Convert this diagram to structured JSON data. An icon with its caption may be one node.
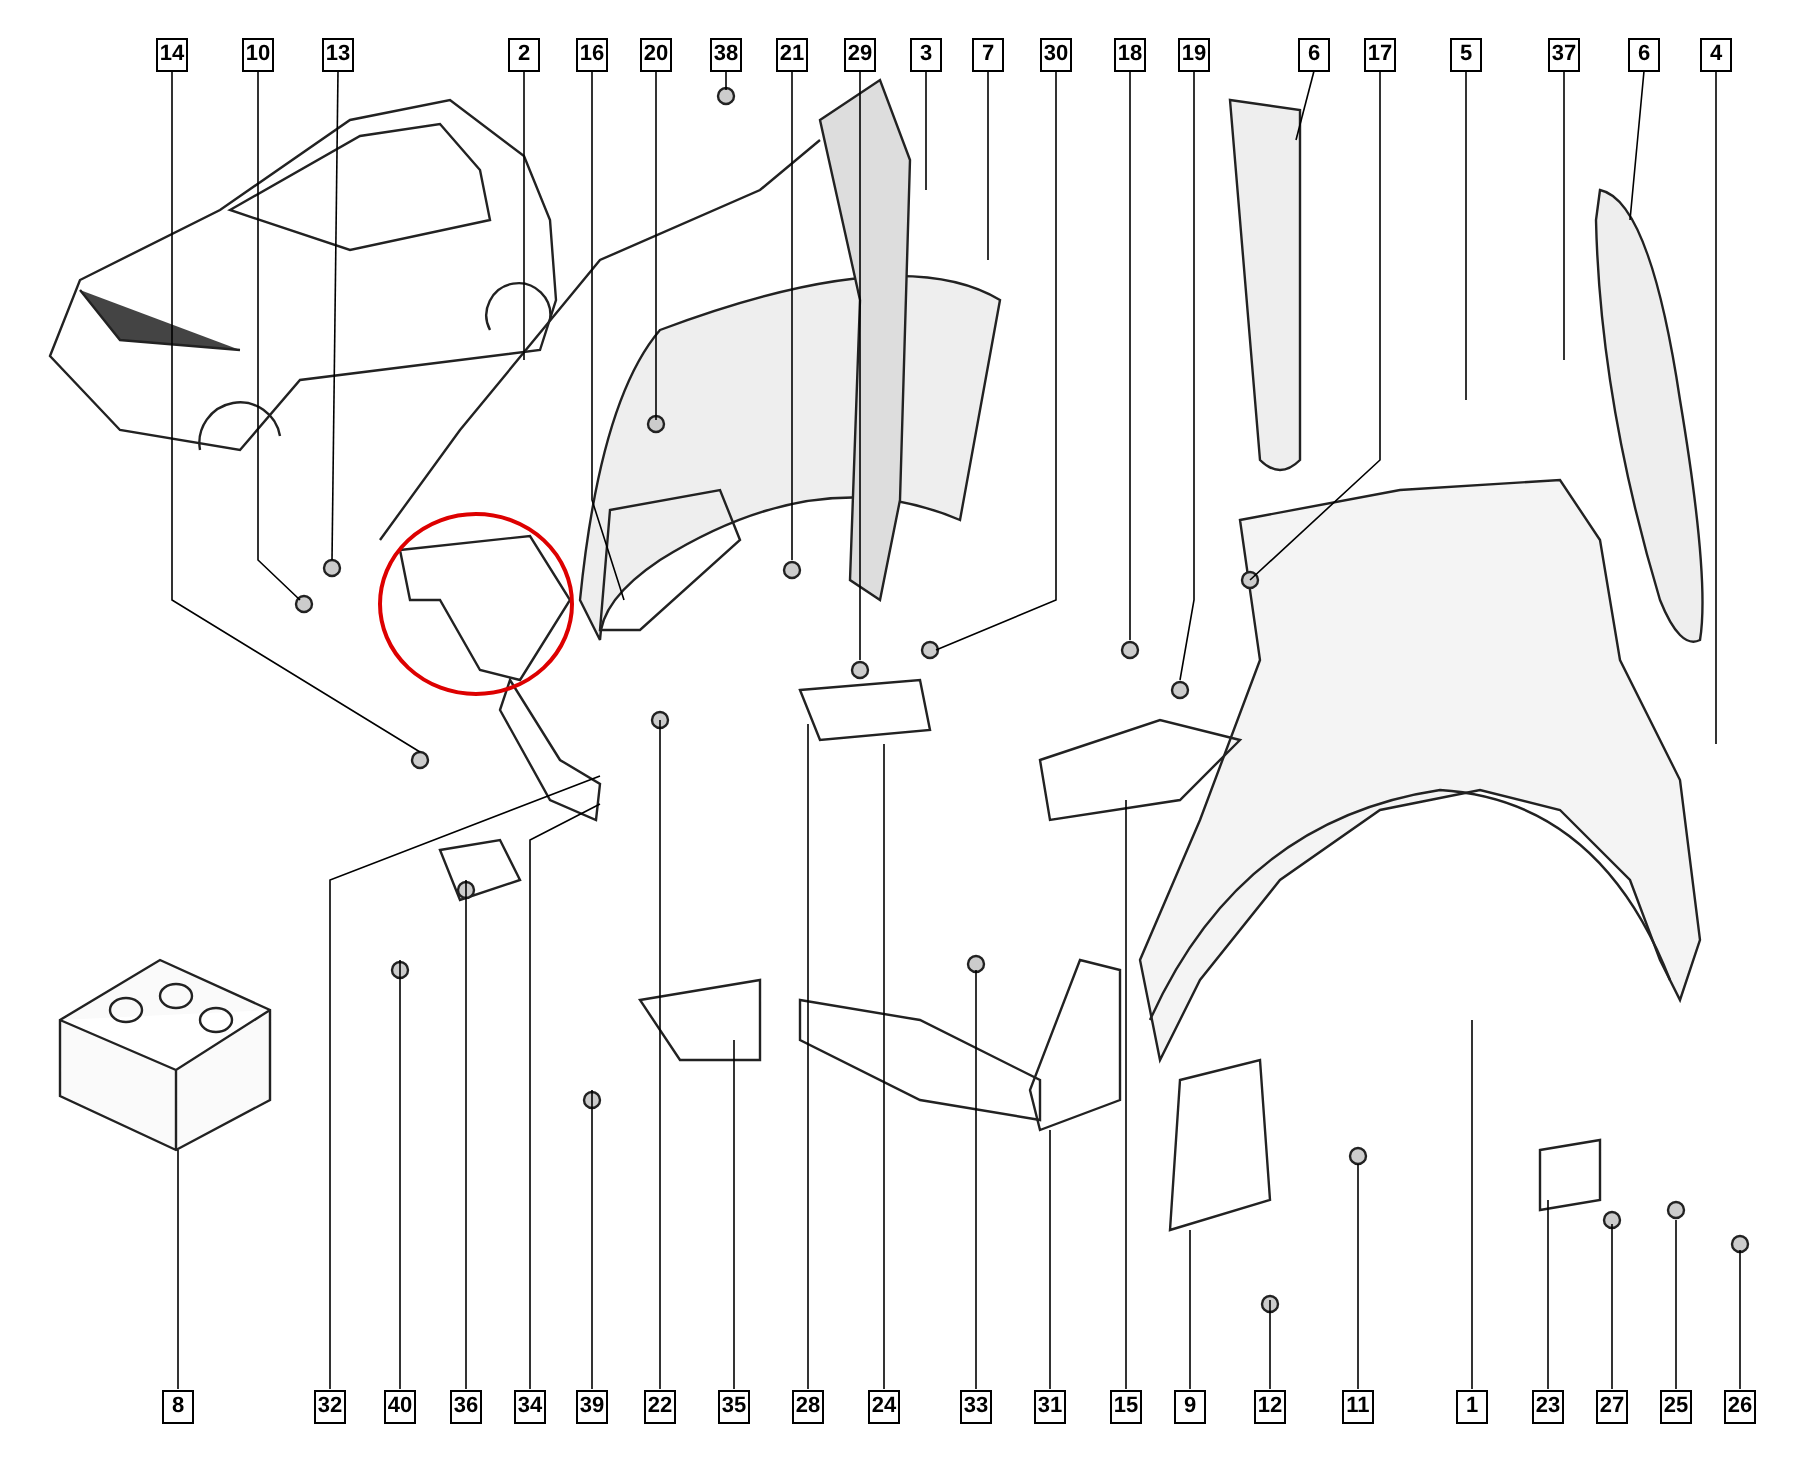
{
  "diagram": {
    "nodes": [
      {
        "text": [
          "14"
        ]
      },
      {
        "text": [
          "10"
        ]
      },
      {
        "text": [
          "13"
        ]
      },
      {
        "text": [
          "2"
        ]
      },
      {
        "text": [
          "16"
        ]
      },
      {
        "text": [
          "20"
        ]
      },
      {
        "text": [
          "38"
        ]
      },
      {
        "text": [
          "21"
        ]
      },
      {
        "text": [
          "29"
        ]
      },
      {
        "text": [
          "3"
        ]
      },
      {
        "text": [
          "7"
        ]
      },
      {
        "text": [
          "30"
        ]
      },
      {
        "text": [
          "18"
        ]
      },
      {
        "text": [
          "19"
        ]
      },
      {
        "text": [
          "6"
        ]
      },
      {
        "text": [
          "17"
        ]
      },
      {
        "text": [
          "5"
        ]
      },
      {
        "text": [
          "37"
        ]
      },
      {
        "text": [
          "6"
        ]
      },
      {
        "text": [
          "4"
        ]
      },
      {
        "text": [
          "8"
        ]
      },
      {
        "text": [
          "32"
        ]
      },
      {
        "text": [
          "40"
        ]
      },
      {
        "text": [
          "36"
        ]
      },
      {
        "text": [
          "34"
        ]
      },
      {
        "text": [
          "39"
        ]
      },
      {
        "text": [
          "22"
        ]
      },
      {
        "text": [
          "35"
        ]
      },
      {
        "text": [
          "28"
        ]
      },
      {
        "text": [
          "24"
        ]
      },
      {
        "text": [
          "33"
        ]
      },
      {
        "text": [
          "31"
        ]
      },
      {
        "text": [
          "15"
        ]
      },
      {
        "text": [
          "9"
        ]
      },
      {
        "text": [
          "12"
        ]
      },
      {
        "text": [
          "11"
        ]
      },
      {
        "text": [
          "1"
        ]
      },
      {
        "text": [
          "23"
        ]
      },
      {
        "text": [
          "27"
        ]
      },
      {
        "text": [
          "25"
        ]
      },
      {
        "text": [
          "26"
        ]
      }
    ],
    "edges": [
      {
        "from": 0,
        "to": null,
        "arrow": "none"
      },
      {
        "from": 1,
        "to": null,
        "arrow": "none"
      },
      {
        "from": 2,
        "to": null,
        "arrow": "none"
      },
      {
        "from": 3,
        "to": null,
        "arrow": "none"
      },
      {
        "from": 4,
        "to": null,
        "arrow": "none"
      },
      {
        "from": 5,
        "to": null,
        "arrow": "none"
      },
      {
        "from": 6,
        "to": null,
        "arrow": "none"
      },
      {
        "from": 7,
        "to": null,
        "arrow": "none"
      },
      {
        "from": 8,
        "to": null,
        "arrow": "none"
      },
      {
        "from": 9,
        "to": null,
        "arrow": "none"
      },
      {
        "from": 10,
        "to": null,
        "arrow": "none"
      },
      {
        "from": 11,
        "to": null,
        "arrow": "none"
      },
      {
        "from": 12,
        "to": null,
        "arrow": "none"
      },
      {
        "from": 13,
        "to": null,
        "arrow": "none"
      },
      {
        "from": 14,
        "to": null,
        "arrow": "none"
      },
      {
        "from": 15,
        "to": null,
        "arrow": "none"
      },
      {
        "from": 16,
        "to": null,
        "arrow": "none"
      },
      {
        "from": 17,
        "to": null,
        "arrow": "none"
      },
      {
        "from": 18,
        "to": null,
        "arrow": "none"
      },
      {
        "from": 19,
        "to": null,
        "arrow": "none"
      },
      {
        "from": 20,
        "to": null,
        "arrow": "none"
      },
      {
        "from": 21,
        "to": null,
        "arrow": "none"
      },
      {
        "from": 22,
        "to": null,
        "arrow": "none"
      },
      {
        "from": 23,
        "to": null,
        "arrow": "none"
      },
      {
        "from": 24,
        "to": null,
        "arrow": "none"
      },
      {
        "from": 25,
        "to": null,
        "arrow": "none"
      },
      {
        "from": 26,
        "to": null,
        "arrow": "none"
      },
      {
        "from": 27,
        "to": null,
        "arrow": "none"
      },
      {
        "from": 28,
        "to": null,
        "arrow": "none"
      },
      {
        "from": 29,
        "to": null,
        "arrow": "none"
      },
      {
        "from": 30,
        "to": null,
        "arrow": "none"
      },
      {
        "from": 31,
        "to": null,
        "arrow": "none"
      },
      {
        "from": 32,
        "to": null,
        "arrow": "none"
      },
      {
        "from": 33,
        "to": null,
        "arrow": "none"
      },
      {
        "from": 34,
        "to": null,
        "arrow": "none"
      },
      {
        "from": 35,
        "to": null,
        "arrow": "none"
      },
      {
        "from": 36,
        "to": null,
        "arrow": "none"
      },
      {
        "from": 37,
        "to": null,
        "arrow": "none"
      },
      {
        "from": 38,
        "to": null,
        "arrow": "none"
      },
      {
        "from": 39,
        "to": null,
        "arrow": "none"
      },
      {
        "from": 40,
        "to": null,
        "arrow": "none"
      }
    ]
  }
}
